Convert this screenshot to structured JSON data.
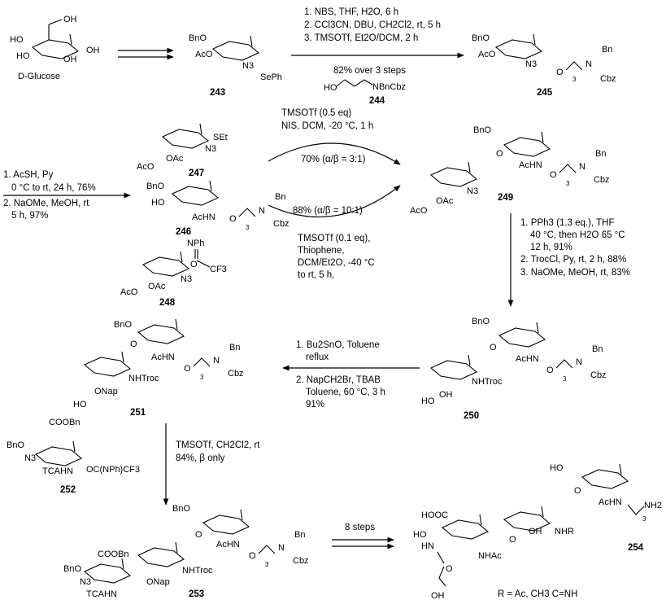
{
  "compounds": {
    "glucose": {
      "name": "D-Glucose",
      "groups": [
        "OH",
        "HO",
        "HO",
        "OH",
        "OH"
      ]
    },
    "c243": {
      "label": "243",
      "groups": [
        "BnO",
        "AcO",
        "N3",
        "SePh"
      ]
    },
    "c244": {
      "label": "244",
      "groups": [
        "HO",
        "NBnCbz"
      ]
    },
    "c245": {
      "label": "245",
      "groups": [
        "BnO",
        "AcO",
        "N3",
        "O",
        "3",
        "N",
        "Bn",
        "Cbz"
      ]
    },
    "c246": {
      "label": "246",
      "groups": [
        "BnO",
        "HO",
        "AcHN",
        "O",
        "3",
        "N",
        "Bn",
        "Cbz"
      ]
    },
    "c247": {
      "label": "247",
      "groups": [
        "SEt",
        "N3",
        "AcO",
        "OAc"
      ]
    },
    "c248": {
      "label": "248",
      "groups": [
        "NPh",
        "O",
        "CF3",
        "N3",
        "AcO",
        "OAc"
      ]
    },
    "c249": {
      "label": "249",
      "groups": [
        "BnO",
        "O",
        "AcHN",
        "N3",
        "AcO",
        "OAc",
        "O",
        "3",
        "N",
        "Bn",
        "Cbz"
      ]
    },
    "c250": {
      "label": "250",
      "groups": [
        "BnO",
        "O",
        "AcHN",
        "NHTroc",
        "HO",
        "OH",
        "O",
        "3",
        "N",
        "Bn",
        "Cbz"
      ]
    },
    "c251": {
      "label": "251",
      "groups": [
        "BnO",
        "O",
        "AcHN",
        "NHTroc",
        "HO",
        "ONap",
        "O",
        "3",
        "N",
        "Bn",
        "Cbz"
      ]
    },
    "c252": {
      "label": "252",
      "groups": [
        "COOBn",
        "BnO",
        "N3",
        "TCAHN",
        "OC(NPh)CF3"
      ]
    },
    "c253": {
      "label": "253",
      "groups": [
        "BnO",
        "O",
        "AcHN",
        "NHTroc",
        "ONap",
        "COOBn",
        "BnO",
        "N3",
        "TCAHN",
        "O",
        "3",
        "N",
        "Bn",
        "Cbz"
      ]
    },
    "c254": {
      "label": "254",
      "groups": [
        "HO",
        "O",
        "AcHN",
        "NH2",
        "3",
        "HOOC",
        "HO",
        "HN",
        "O",
        "OH",
        "NHR",
        "NHAc",
        "O",
        "OH"
      ]
    }
  },
  "conditions": {
    "step1": [
      "1. NBS, THF, H2O, 6 h",
      "2. CCl3CN, DBU, CH2Cl2, rt, 5 h",
      "3. TMSOTf, Et2O/DCM, 2 h",
      "82% over 3 steps"
    ],
    "step2": [
      "1. AcSH, Py",
      "0 °C to rt, 24 h, 76%",
      "2. NaOMe, MeOH, rt",
      "5 h, 97%"
    ],
    "step3a": [
      "TMSOTf (0.5 eq)",
      "NIS, DCM, -20 °C, 1 h",
      "70% (α/β = 3:1)"
    ],
    "step3b": [
      "88% (α/β = 10:1)",
      "TMSOTf (0.1 eq),",
      "Thiophene,",
      "DCM/Et2O, -40 °C",
      "to rt, 5 h,"
    ],
    "step4": [
      "1. PPh3 (1.3 eq.), THF",
      "40 °C, then H2O 65 °C",
      "12 h, 91%",
      "2. TrocCl, Py, rt, 2 h, 88%",
      "3. NaOMe, MeOH, rt, 83%"
    ],
    "step5": [
      "1. Bu2SnO, Toluene",
      "reflux",
      "2. NapCH2Br, TBAB",
      "Toluene, 60 °C, 3 h",
      "91%"
    ],
    "step6": [
      "TMSOTf, CH2Cl2, rt",
      "84%, β only"
    ],
    "step7": [
      "8 steps"
    ]
  },
  "footnote": "R = Ac, CH3 C=NH"
}
